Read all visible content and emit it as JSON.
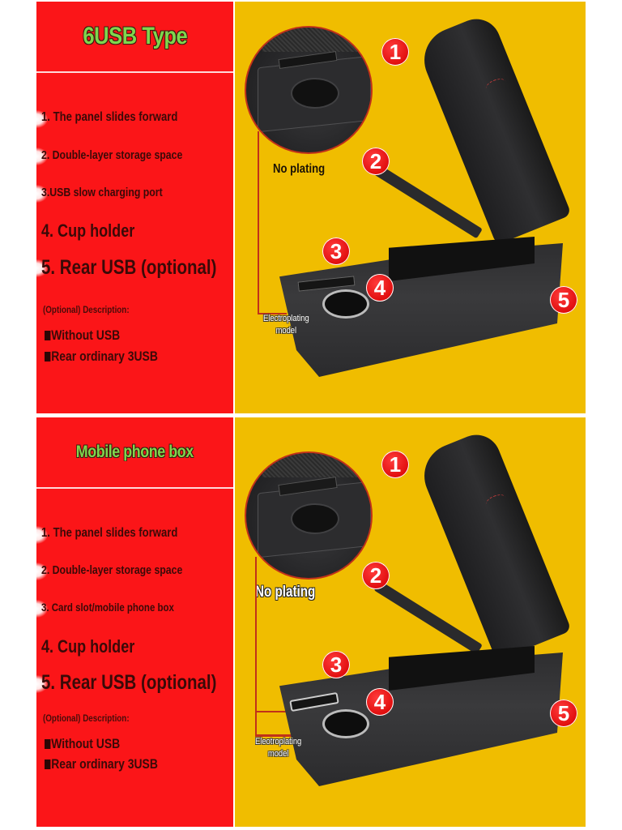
{
  "colors": {
    "left_bg": "#fb1518",
    "right_bg": "#f0bd00",
    "title_green": "#7fd64d",
    "badge_red": "#e00d0d",
    "text_dark": "#3a0a08"
  },
  "panels": [
    {
      "title": "6USB Type",
      "features": [
        "1. The panel slides forward",
        "2. Double-layer storage space",
        "3.USB slow charging port",
        "4. Cup holder",
        "5. Rear USB (optional)"
      ],
      "optional_description": "(Optional) Description:",
      "options": [
        "Without USB",
        "Rear ordinary 3USB"
      ],
      "inset_caption": "No plating",
      "callout_caption_line1": "Electroplating",
      "callout_caption_line2": "model",
      "badges": [
        "1",
        "2",
        "3",
        "4",
        "5"
      ]
    },
    {
      "title": "Mobile phone box",
      "features": [
        "1. The panel slides forward",
        "2. Double-layer storage space",
        "3. Card slot/mobile phone box",
        "4. Cup holder",
        "5. Rear USB (optional)"
      ],
      "optional_description": "(Optional) Description:",
      "options": [
        "Without USB",
        "Rear ordinary 3USB"
      ],
      "inset_caption": "No plating",
      "callout_caption_line1": "Eleotroplating",
      "callout_caption_line2": "model",
      "badges": [
        "1",
        "2",
        "3",
        "4",
        "5"
      ]
    }
  ]
}
